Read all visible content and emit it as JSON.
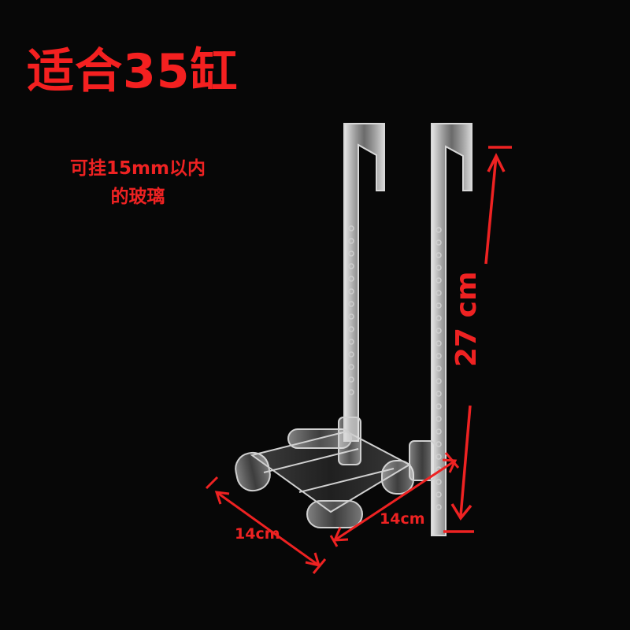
{
  "title": "适合35缸",
  "note": {
    "line1": "可挂15mm以内",
    "line2": "的玻璃"
  },
  "dimensions": {
    "height": "27 cm",
    "width_left": "14cm",
    "width_right": "14cm"
  },
  "colors": {
    "background": "#070707",
    "annotation_red": "#ee2222",
    "acrylic": "#e8e8e8"
  }
}
